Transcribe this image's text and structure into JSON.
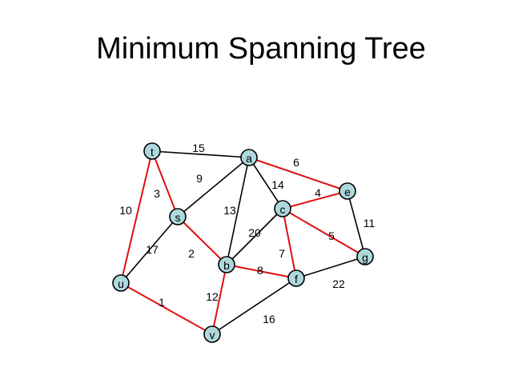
{
  "title": "Minimum Spanning Tree",
  "colors": {
    "tree_edge": "#e01010",
    "other_edge": "#000000",
    "node_fill": "#add8dc",
    "node_stroke": "#000000"
  },
  "graph": {
    "nodes": [
      {
        "id": "t",
        "label": "t"
      },
      {
        "id": "a",
        "label": "a"
      },
      {
        "id": "s",
        "label": "s"
      },
      {
        "id": "c",
        "label": "c"
      },
      {
        "id": "e",
        "label": "e"
      },
      {
        "id": "b",
        "label": "b"
      },
      {
        "id": "g",
        "label": "g"
      },
      {
        "id": "f",
        "label": "f"
      },
      {
        "id": "u",
        "label": "u"
      },
      {
        "id": "v",
        "label": "v"
      }
    ],
    "edges": [
      {
        "from": "t",
        "to": "a",
        "weight": "15",
        "in_tree": false
      },
      {
        "from": "t",
        "to": "s",
        "weight": "3",
        "in_tree": true
      },
      {
        "from": "t",
        "to": "u",
        "weight": "10",
        "in_tree": true
      },
      {
        "from": "a",
        "to": "s",
        "weight": "9",
        "in_tree": false
      },
      {
        "from": "a",
        "to": "e",
        "weight": "6",
        "in_tree": true
      },
      {
        "from": "a",
        "to": "c",
        "weight": "14",
        "in_tree": false
      },
      {
        "from": "a",
        "to": "b",
        "weight": "13",
        "in_tree": false
      },
      {
        "from": "c",
        "to": "e",
        "weight": "4",
        "in_tree": true
      },
      {
        "from": "c",
        "to": "b",
        "weight": "20",
        "in_tree": false
      },
      {
        "from": "c",
        "to": "g",
        "weight": "5",
        "in_tree": true
      },
      {
        "from": "c",
        "to": "f",
        "weight": "7",
        "in_tree": true
      },
      {
        "from": "e",
        "to": "g",
        "weight": "11",
        "in_tree": false
      },
      {
        "from": "s",
        "to": "u",
        "weight": "17",
        "in_tree": false
      },
      {
        "from": "s",
        "to": "b",
        "weight": "2",
        "in_tree": true
      },
      {
        "from": "b",
        "to": "f",
        "weight": "8",
        "in_tree": true
      },
      {
        "from": "b",
        "to": "v",
        "weight": "12",
        "in_tree": true
      },
      {
        "from": "f",
        "to": "g",
        "weight": "22",
        "in_tree": false
      },
      {
        "from": "f",
        "to": "v",
        "weight": "16",
        "in_tree": false
      },
      {
        "from": "u",
        "to": "v",
        "weight": "1",
        "in_tree": true
      }
    ]
  }
}
